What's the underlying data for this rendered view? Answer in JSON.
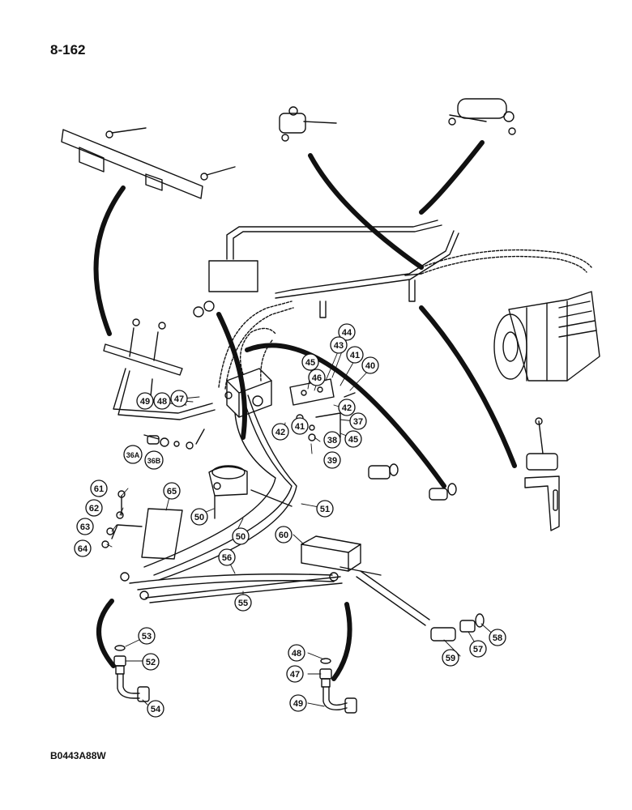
{
  "page_number": "8-162",
  "figure_code": "B0443A88W",
  "callouts": [
    "36A",
    "36B",
    "37",
    "38",
    "39",
    "40",
    "41",
    "41",
    "42",
    "42",
    "43",
    "44",
    "45",
    "45",
    "46",
    "47",
    "47",
    "48",
    "48",
    "49",
    "49",
    "50",
    "50",
    "51",
    "52",
    "53",
    "54",
    "55",
    "56",
    "57",
    "58",
    "59",
    "60",
    "61",
    "62",
    "63",
    "64",
    "65"
  ]
}
